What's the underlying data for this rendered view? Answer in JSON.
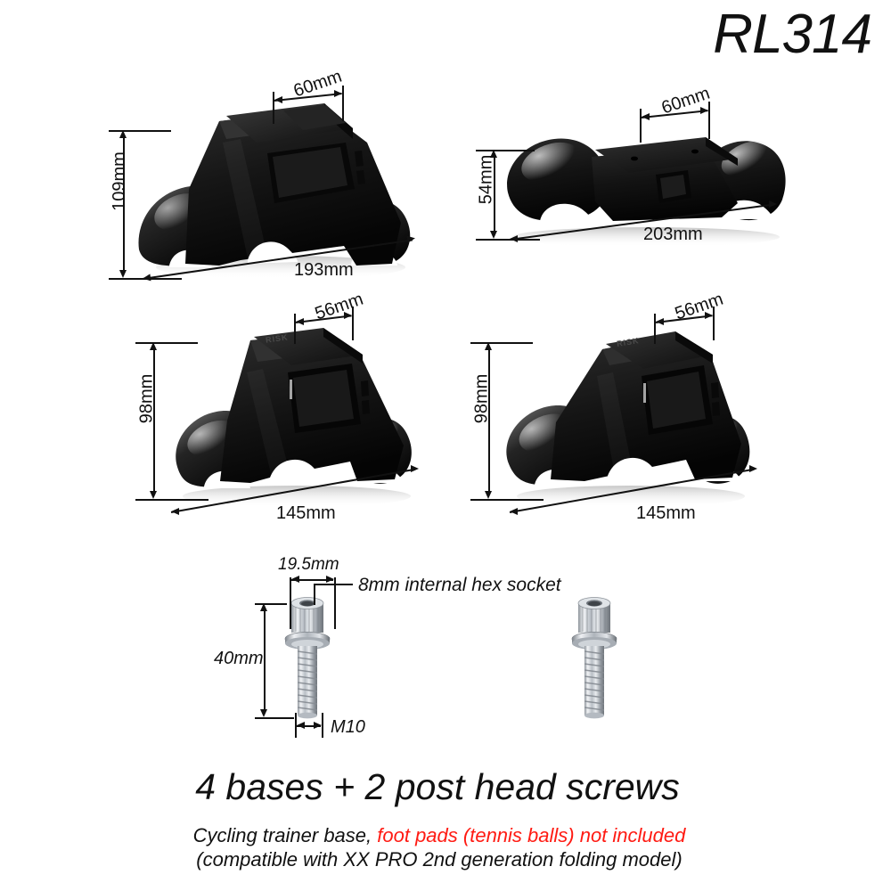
{
  "title": "RL314",
  "views": [
    {
      "id": "view-front-left",
      "name": "base-perspective-view",
      "dims": {
        "height": "109mm",
        "width": "193mm",
        "top": "60mm"
      }
    },
    {
      "id": "view-top",
      "name": "base-top-view",
      "dims": {
        "height": "54mm",
        "width": "203mm",
        "top": "60mm"
      }
    },
    {
      "id": "view-left-tall",
      "name": "base-tall-left-view",
      "dims": {
        "height": "98mm",
        "width": "145mm",
        "top": "56mm"
      },
      "logo": "RISK"
    },
    {
      "id": "view-right-tall",
      "name": "base-tall-right-view",
      "dims": {
        "height": "98mm",
        "width": "145mm",
        "top": "56mm"
      },
      "logo": "RISK"
    }
  ],
  "screws": {
    "head_width": "19.5mm",
    "length": "40mm",
    "thread": "M10",
    "socket_note": "8mm internal hex socket"
  },
  "caption": {
    "main": "4 bases + 2 post head screws",
    "sub1_black": "Cycling trainer base, ",
    "sub1_red": "foot pads (tennis balls) not included",
    "sub2": "(compatible with XX PRO 2nd generation folding model)"
  },
  "colors": {
    "ink": "#111111",
    "alert": "#ff1a12",
    "product_black": "#0d0d0d",
    "metal": "#c9ccd1"
  }
}
